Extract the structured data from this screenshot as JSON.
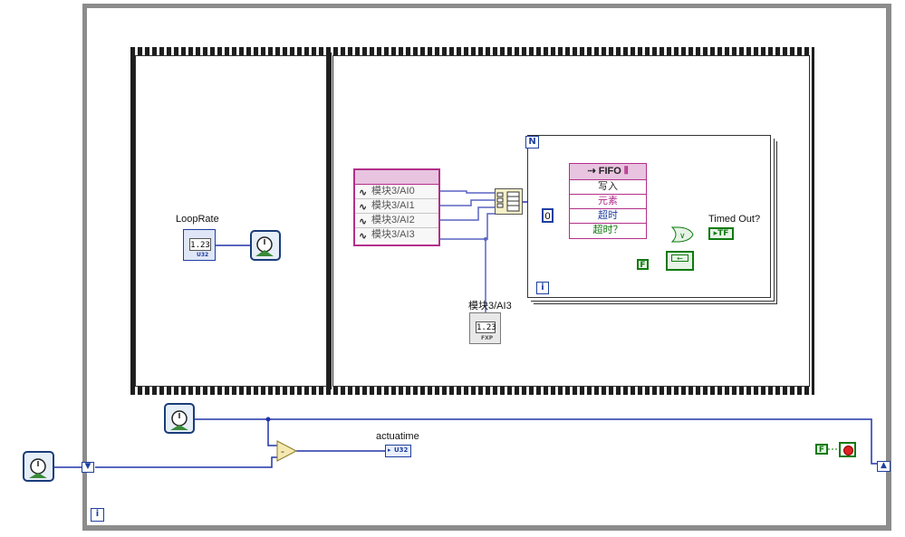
{
  "loop_rate": {
    "label": "LoopRate",
    "indicator_value": "1.23",
    "indicator_type": "U32"
  },
  "fifo_node": {
    "title": "FIFO",
    "method": "写入",
    "element": "元素",
    "timeout": "超时",
    "timed_out": "超时？"
  },
  "channels": [
    "模块3/AI0",
    "模块3/AI1",
    "模块3/AI2",
    "模块3/AI3"
  ],
  "channel_indicator": {
    "label": "模块3/AI3",
    "value": "1.23",
    "type": "FXP"
  },
  "timeout_constant": "0",
  "timed_out_indicator": {
    "label": "Timed Out?",
    "value": "TF"
  },
  "false_constant_inner": "F",
  "false_constant_outer": "F",
  "actuatime": {
    "label": "actuatime",
    "type": "U32"
  },
  "for_loop_terminal": "N",
  "iteration_terminal": "i",
  "colors": {
    "wire_blue": "#2033a8",
    "wire_green": "#0e7a0e",
    "fifo_pink": "#b2308a",
    "loop_grey": "#8c8c8c"
  }
}
